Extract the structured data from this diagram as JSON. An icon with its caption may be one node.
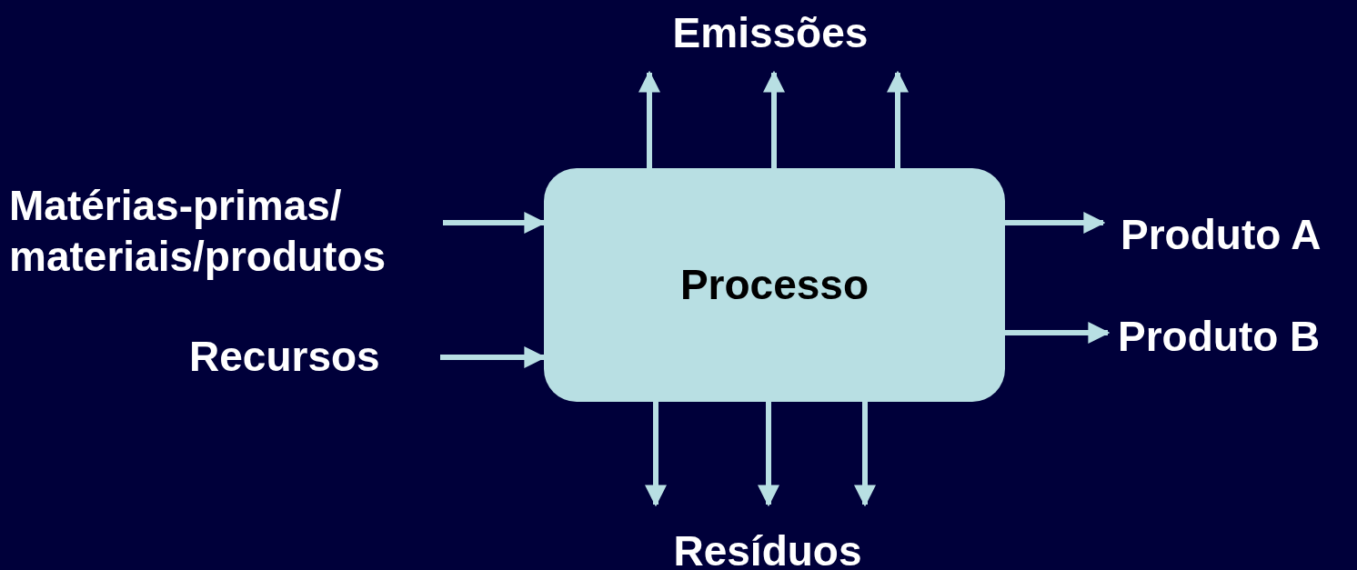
{
  "diagram": {
    "nodes": [
      {
        "text": [
          "Processo"
        ]
      },
      {
        "text": [
          "Emissões"
        ]
      },
      {
        "text": [
          "Matérias-primas/ materiais/produtos"
        ]
      },
      {
        "text": [
          "Recursos"
        ]
      },
      {
        "text": [
          "Produto A"
        ]
      },
      {
        "text": [
          "Produto B"
        ]
      },
      {
        "text": [
          "Resíduos"
        ]
      }
    ],
    "edges": [
      {
        "from": 2,
        "to": 0,
        "arrow": "to"
      },
      {
        "from": 3,
        "to": 0,
        "arrow": "to"
      },
      {
        "from": 0,
        "to": 4,
        "arrow": "to"
      },
      {
        "from": 0,
        "to": 5,
        "arrow": "to"
      },
      {
        "from": 0,
        "to": 1,
        "arrow": "to"
      },
      {
        "from": 0,
        "to": 1,
        "arrow": "to"
      },
      {
        "from": 0,
        "to": 1,
        "arrow": "to"
      },
      {
        "from": 0,
        "to": 6,
        "arrow": "to"
      },
      {
        "from": 0,
        "to": 6,
        "arrow": "to"
      },
      {
        "from": 0,
        "to": 6,
        "arrow": "to"
      }
    ]
  }
}
